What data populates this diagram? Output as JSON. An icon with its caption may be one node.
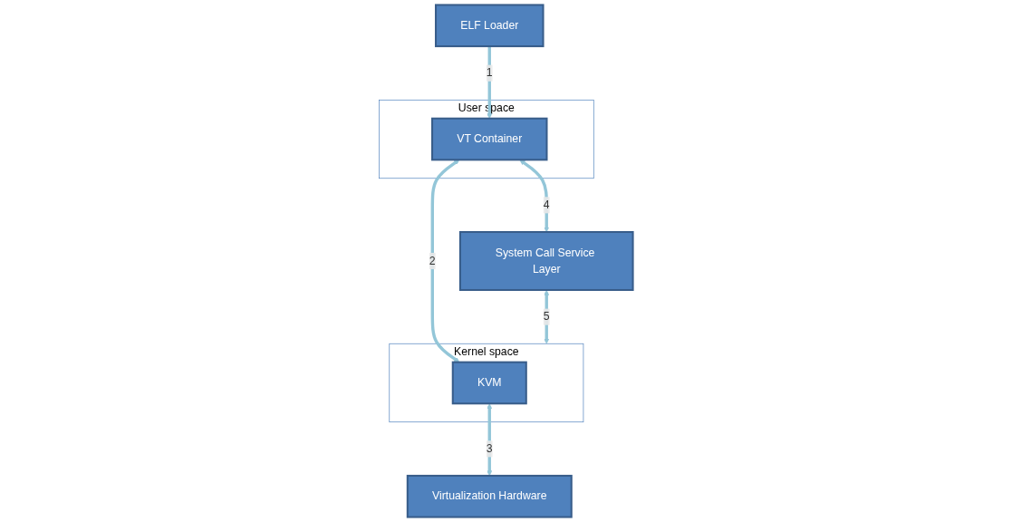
{
  "diagram": {
    "nodes": [
      {
        "text": [
          "User space"
        ]
      },
      {
        "text": [
          "ELF Loader"
        ]
      },
      {
        "text": [
          "VT Container"
        ],
        "in": 0
      },
      {
        "text": [
          "System Call Service Layer"
        ]
      },
      {
        "text": [
          "Kernel space"
        ]
      },
      {
        "text": [
          "KVM"
        ],
        "in": 4
      },
      {
        "text": [
          "Virtualization Hardware"
        ]
      }
    ],
    "edges": [
      {
        "from": 1,
        "to": 2,
        "arrow": "to",
        "label": "1"
      },
      {
        "from": 2,
        "to": 5,
        "arrow": "both",
        "label": "2"
      },
      {
        "from": 5,
        "to": 6,
        "arrow": "both",
        "label": "3"
      },
      {
        "from": 2,
        "to": 3,
        "arrow": "both",
        "label": "4"
      },
      {
        "from": 3,
        "to": 4,
        "arrow": "both",
        "label": "5"
      }
    ]
  }
}
